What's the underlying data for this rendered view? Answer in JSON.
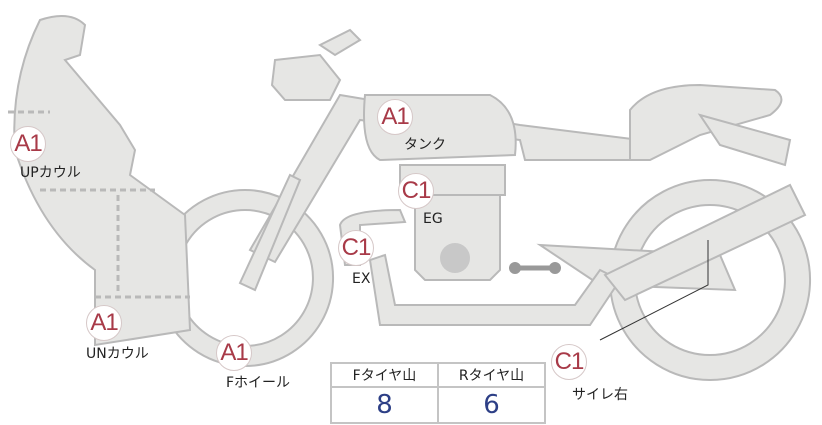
{
  "parts": [
    {
      "id": "up-cowl",
      "grade": "A1",
      "label": "UPカウル"
    },
    {
      "id": "un-cowl",
      "grade": "A1",
      "label": "UNカウル"
    },
    {
      "id": "f-wheel",
      "grade": "A1",
      "label": "Fホイール"
    },
    {
      "id": "tank",
      "grade": "A1",
      "label": "タンク"
    },
    {
      "id": "engine",
      "grade": "C1",
      "label": "EG"
    },
    {
      "id": "exhaust",
      "grade": "C1",
      "label": "EX"
    },
    {
      "id": "muffler-right",
      "grade": "C1",
      "label": "サイレ右"
    }
  ],
  "tire_table": {
    "headers": [
      "Fタイヤ山",
      "Rタイヤ山"
    ],
    "values": [
      "8",
      "6"
    ]
  },
  "colors": {
    "body": "#e6e6e4",
    "outline": "#b9b9b9",
    "badge_text": "#a83a48",
    "value_text": "#2d3f86"
  }
}
